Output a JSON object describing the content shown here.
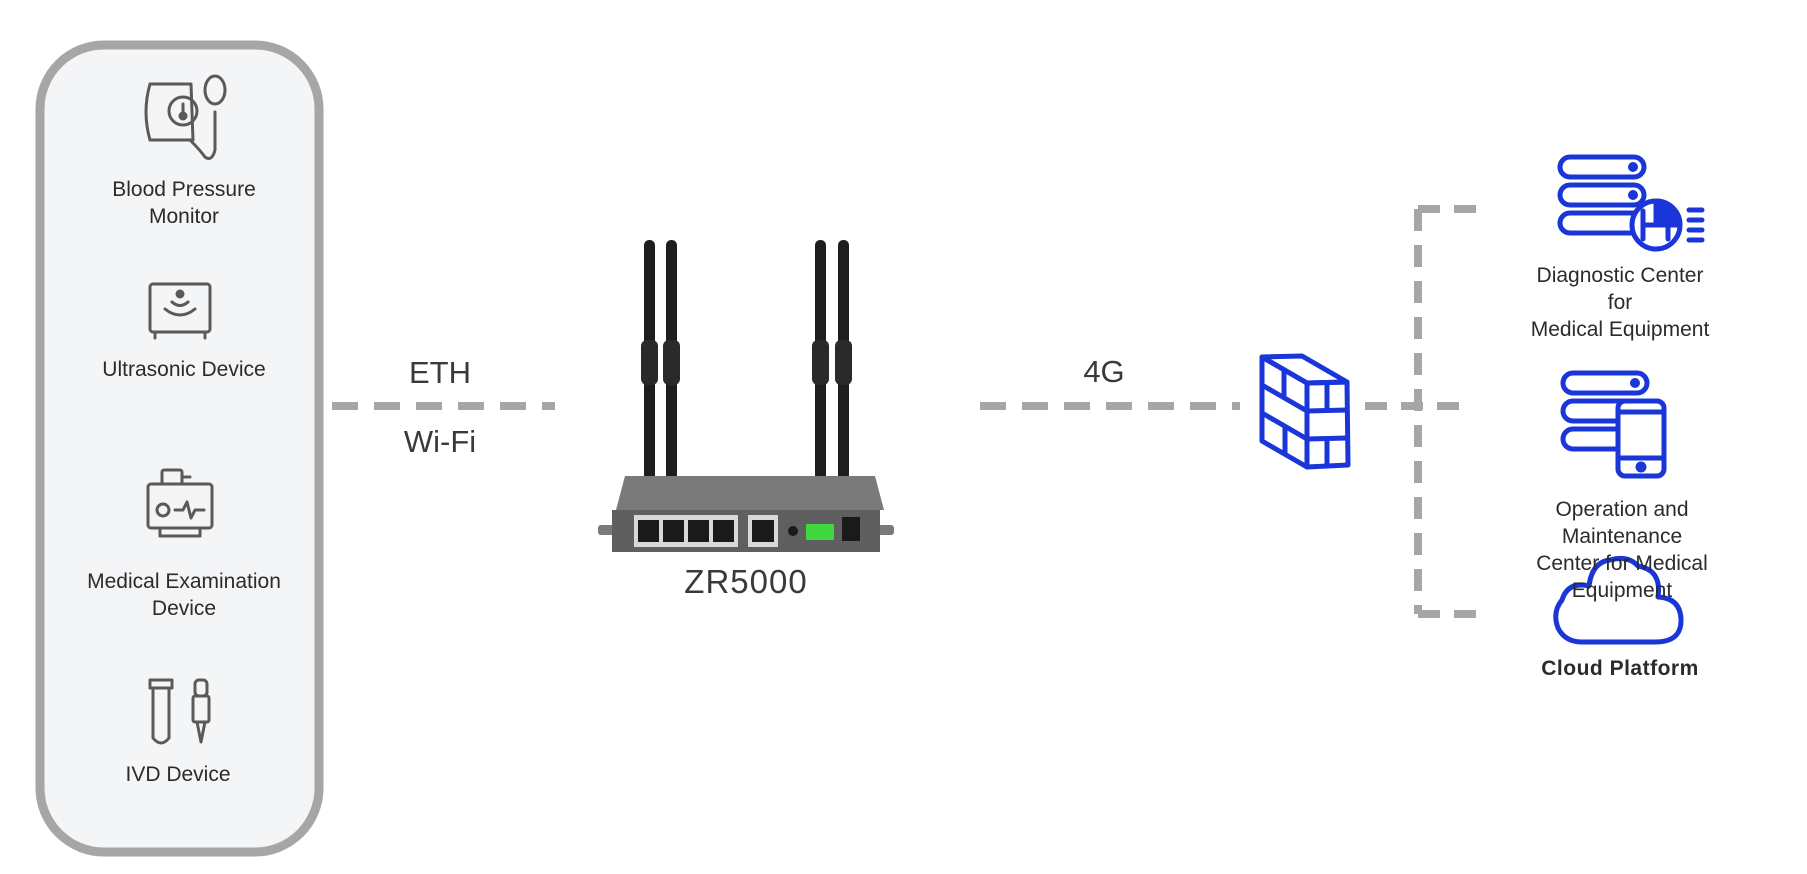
{
  "devices": [
    {
      "label": "Blood Pressure\nMonitor",
      "icon": "blood-pressure-monitor-icon"
    },
    {
      "label": "Ultrasonic Device",
      "icon": "ultrasonic-device-icon"
    },
    {
      "label": "Medical Examination\nDevice",
      "icon": "medical-examination-device-icon"
    },
    {
      "label": "IVD Device",
      "icon": "ivd-device-icon"
    }
  ],
  "links": {
    "lan_top": "ETH",
    "lan_bottom": "Wi-Fi",
    "wan": "4G"
  },
  "router": {
    "label": "ZR5000",
    "icon": "router-icon"
  },
  "firewall": {
    "icon": "firewall-icon"
  },
  "destinations": [
    {
      "label": "Diagnostic Center for\nMedical Equipment",
      "icon": "server-chart-icon"
    },
    {
      "label": "Operation and Maintenance\nCenter for Medical Equipment",
      "icon": "server-phone-icon"
    },
    {
      "label": "Cloud Platform",
      "icon": "cloud-icon"
    }
  ],
  "colors": {
    "device_icon": "#5a5a5a",
    "panel_border": "#a6a6a6",
    "panel_fill": "#f4f5f7",
    "connector": "#a6a6a6",
    "accent_blue": "#1a36d9",
    "router_body": "#5f5f5f",
    "antenna": "#1e1e1e",
    "terminal_green": "#3fd63f"
  }
}
